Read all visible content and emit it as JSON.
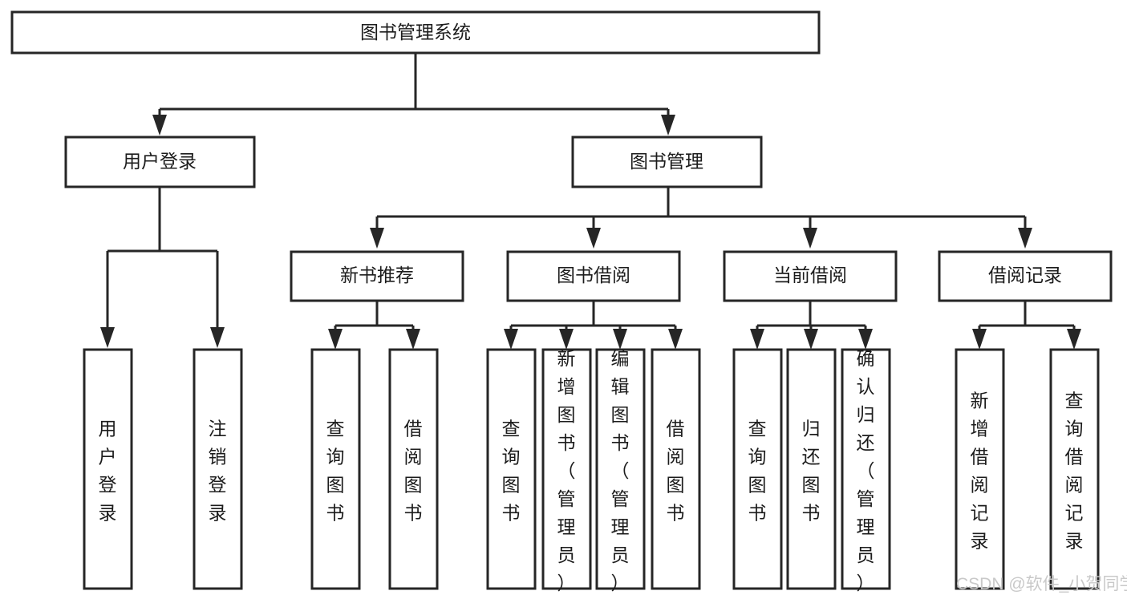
{
  "diagram": {
    "title": "图书管理系统",
    "type": "tree-hierarchy-diagram",
    "colors": {
      "box_stroke": "#262626",
      "box_fill": "#ffffff",
      "text": "#1c1c1c",
      "background": "#ffffff",
      "watermark": "#c9c9c9"
    },
    "root": {
      "label": "图书管理系统"
    },
    "level1": [
      {
        "label": "用户登录"
      },
      {
        "label": "图书管理"
      }
    ],
    "level2": [
      {
        "label": "新书推荐"
      },
      {
        "label": "图书借阅"
      },
      {
        "label": "当前借阅"
      },
      {
        "label": "借阅记录"
      }
    ],
    "leaves": {
      "user_login": [
        {
          "label": "用户登录"
        },
        {
          "label": "注销登录"
        }
      ],
      "new_book_recommend": [
        {
          "label": "查询图书"
        },
        {
          "label": "借阅图书"
        }
      ],
      "book_borrow": [
        {
          "label": "查询图书"
        },
        {
          "label": "新增图书（管理员）"
        },
        {
          "label": "编辑图书（管理员）"
        },
        {
          "label": "借阅图书"
        }
      ],
      "current_borrow": [
        {
          "label": "查询图书"
        },
        {
          "label": "归还图书"
        },
        {
          "label": "确认归还（管理员）"
        }
      ],
      "borrow_record": [
        {
          "label": "新增借阅记录"
        },
        {
          "label": "查询借阅记录"
        }
      ]
    }
  },
  "watermark": {
    "text": "CSDN @软件_小贺同学"
  }
}
